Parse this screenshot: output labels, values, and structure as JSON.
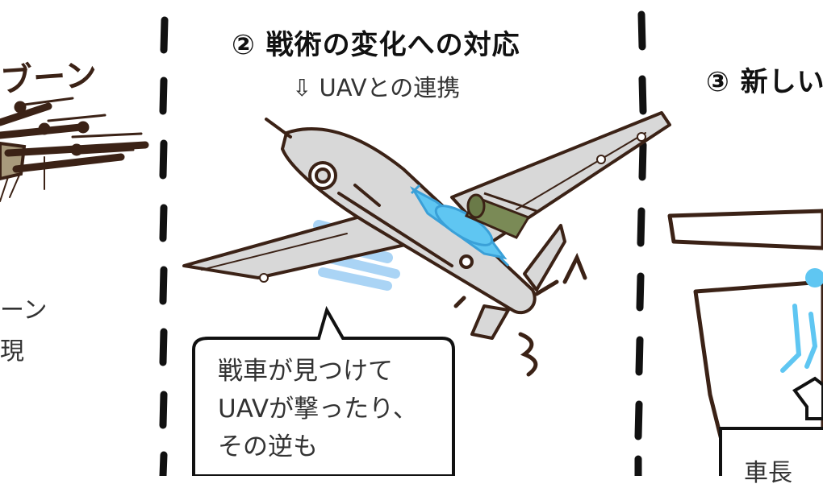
{
  "panel_left": {
    "title_fragment": "ブーン",
    "text_line_1": "ーン",
    "text_line_2": "現"
  },
  "panel_center": {
    "title": "② 戦術の変化への対応",
    "subtitle": "⇩ UAVとの連携",
    "bubble_lines": [
      "戦車が見つけて",
      "UAVが撃ったり、",
      "その逆も"
    ]
  },
  "panel_right": {
    "title": "③ 新しい",
    "label_fragment": "車長"
  },
  "colors": {
    "ink": "#3b2216",
    "plane": "#d8d8d8",
    "weapon_blue": "#5fc6f2",
    "weapon_green": "#7a8a56",
    "motion_blue": "#aad4f5"
  }
}
